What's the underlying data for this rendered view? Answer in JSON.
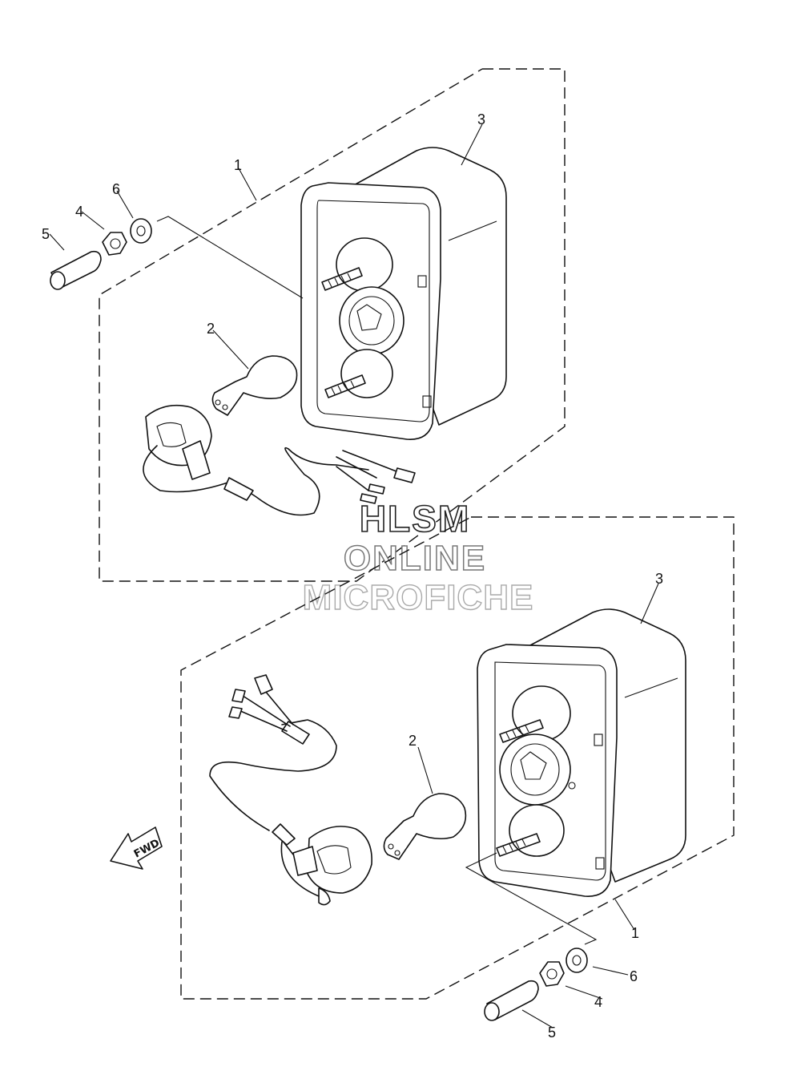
{
  "watermark": {
    "line1": "HLSM",
    "line2": "ONLINE",
    "line3": "MICROFICHE"
  },
  "direction_arrow": {
    "label": "FWD",
    "icon": "fwd-arrow-icon"
  },
  "upper_assembly": {
    "callouts": {
      "assembly": "1",
      "bulb": "2",
      "lens": "3",
      "nut": "4",
      "collar": "5",
      "washer": "6"
    }
  },
  "lower_assembly": {
    "callouts": {
      "assembly": "1",
      "bulb": "2",
      "lens": "3",
      "nut": "4",
      "collar": "5",
      "washer": "6"
    }
  }
}
